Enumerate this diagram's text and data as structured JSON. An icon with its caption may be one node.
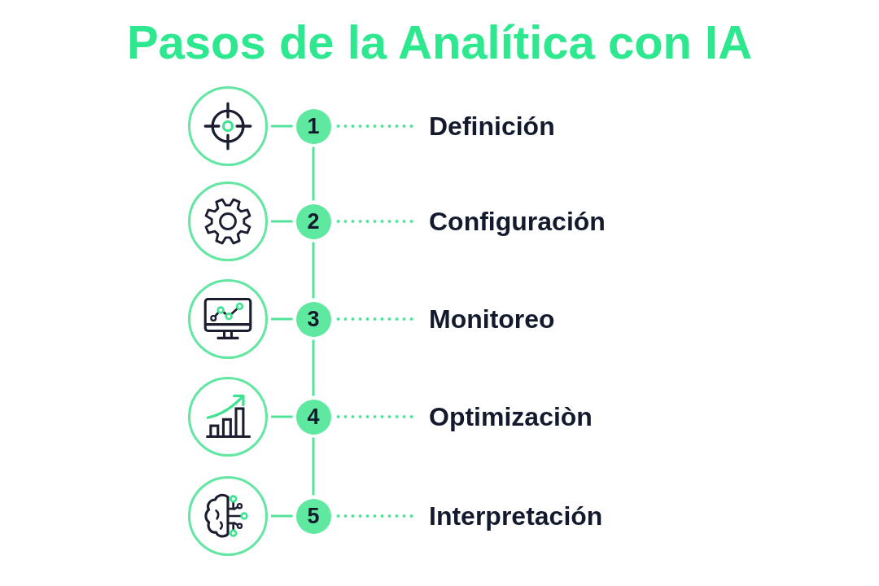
{
  "diagram": {
    "title": "Pasos de la Analítica con IA",
    "nodes": [
      {
        "text": [],
        "shape": "circle"
      },
      {
        "text": [
          "1"
        ]
      },
      {
        "text": [
          "Definición"
        ]
      },
      {
        "text": [],
        "shape": "circle"
      },
      {
        "text": [
          "2"
        ]
      },
      {
        "text": [
          "Configuración"
        ]
      },
      {
        "text": [],
        "shape": "circle"
      },
      {
        "text": [
          "3"
        ]
      },
      {
        "text": [
          "Monitoreo"
        ]
      },
      {
        "text": [],
        "shape": "circle"
      },
      {
        "text": [
          "4"
        ]
      },
      {
        "text": [
          "Optimizaciòn"
        ]
      },
      {
        "text": [],
        "shape": "circle"
      },
      {
        "text": [
          "5"
        ]
      },
      {
        "text": [
          "Interpretación"
        ]
      }
    ],
    "edges": [
      {
        "from": 0,
        "to": 1,
        "arrow": "none"
      },
      {
        "from": 1,
        "to": 2,
        "arrow": "none",
        "style": "dashed"
      },
      {
        "from": 3,
        "to": 4,
        "arrow": "none"
      },
      {
        "from": 4,
        "to": 5,
        "arrow": "none",
        "style": "dashed"
      },
      {
        "from": 6,
        "to": 7,
        "arrow": "none"
      },
      {
        "from": 7,
        "to": 8,
        "arrow": "none",
        "style": "dashed"
      },
      {
        "from": 9,
        "to": 10,
        "arrow": "none"
      },
      {
        "from": 10,
        "to": 11,
        "arrow": "none",
        "style": "dashed"
      },
      {
        "from": 12,
        "to": 13,
        "arrow": "none"
      },
      {
        "from": 13,
        "to": 14,
        "arrow": "none",
        "style": "dashed"
      },
      {
        "from": 1,
        "to": 4,
        "arrow": "none"
      },
      {
        "from": 4,
        "to": 7,
        "arrow": "none"
      },
      {
        "from": 7,
        "to": 10,
        "arrow": "none"
      },
      {
        "from": 10,
        "to": 13,
        "arrow": "none"
      }
    ]
  }
}
